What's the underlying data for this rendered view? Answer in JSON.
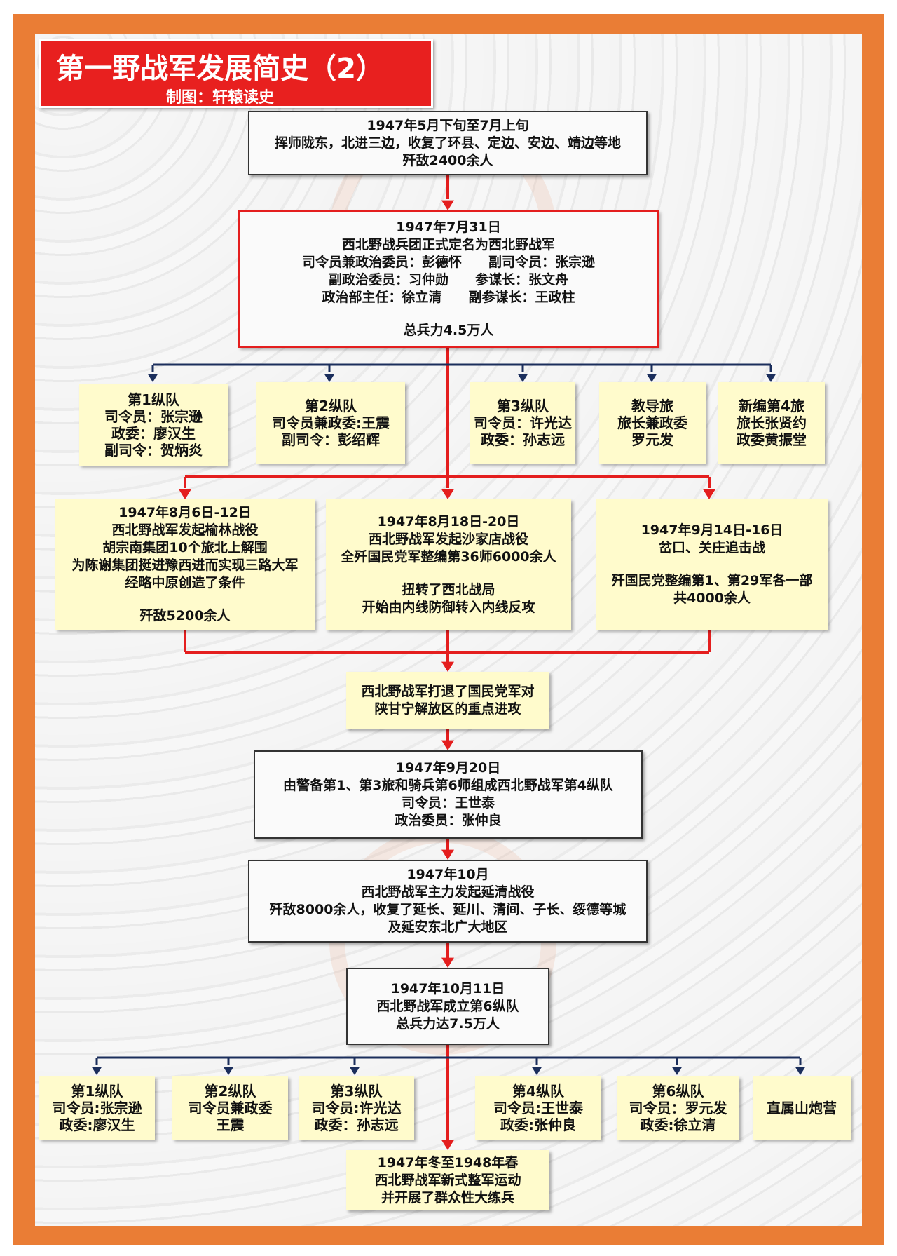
{
  "header": {
    "title": "第一野战军发展简史（2）",
    "subtitle": "制图：轩辕读史"
  },
  "colors": {
    "red": "#e41e1e",
    "navy": "#1b2e5c",
    "orange": "#ea7d35",
    "yellow": "#fffbcc"
  },
  "boxes": {
    "b1": [
      "1947年5月下旬至7月上旬",
      "挥师陇东，北进三边，收复了环县、定边、安边、靖边等地",
      "歼敌2400余人"
    ],
    "b2": [
      "1947年7月31日",
      "西北野战兵团正式定名为西北野战军",
      "司令员兼政治委员：彭德怀　　副司令员：张宗逊",
      "副政治委员：习仲勋　　参谋长：张文舟",
      "政治部主任：徐立清　　副参谋长：王政柱",
      "",
      "总兵力4.5万人"
    ],
    "u1": [
      [
        "第1纵队",
        "司令员：张宗逊",
        "政委：廖汉生",
        "副司令：贺炳炎"
      ],
      [
        "第2纵队",
        "司令员兼政委:王震",
        "副司令：彭绍辉"
      ],
      [
        "第3纵队",
        "司令员：许光达",
        "政委：孙志远"
      ],
      [
        "教导旅",
        "旅长兼政委",
        "罗元发"
      ],
      [
        "新编第4旅",
        "旅长张贤约",
        "政委黄振堂"
      ]
    ],
    "battles": [
      [
        "1947年8月6日-12日",
        "西北野战军发起榆林战役",
        "胡宗南集团10个旅北上解围",
        "为陈谢集团挺进豫西进而实现三路大军",
        "经略中原创造了条件",
        "",
        "歼敌5200余人"
      ],
      [
        "1947年8月18日-20日",
        "西北野战军发起沙家店战役",
        "全歼国民党军整编第36师6000余人",
        "",
        "扭转了西北战局",
        "开始由内线防御转入内线反攻"
      ],
      [
        "1947年9月14日-16日",
        "岔口、关庄追击战",
        "",
        "歼国民党整编第1、第29军各一部",
        "共4000余人"
      ]
    ],
    "b3": [
      "西北野战军打退了国民党军对",
      "陕甘宁解放区的重点进攻"
    ],
    "b4": [
      "1947年9月20日",
      "由警备第1、第3旅和骑兵第6师组成西北野战军第4纵队",
      "司令员：王世泰",
      "政治委员：张仲良"
    ],
    "b5": [
      "1947年10月",
      "西北野战军主力发起延清战役",
      "歼敌8000余人，收复了延长、延川、清间、子长、绥德等城",
      "及延安东北广大地区"
    ],
    "b6": [
      "1947年10月11日",
      "西北野战军成立第6纵队",
      "总兵力达7.5万人"
    ],
    "u2": [
      [
        "第1纵队",
        "司令员:张宗逊",
        "政委:廖汉生"
      ],
      [
        "第2纵队",
        "司令员兼政委",
        "王震"
      ],
      [
        "第3纵队",
        "司令员:许光达",
        "政委：孙志远"
      ],
      [
        "第4纵队",
        "司令员:王世泰",
        "政委:张仲良"
      ],
      [
        "第6纵队",
        "司令员：罗元发",
        "政委:徐立清"
      ],
      [
        "直属山炮营"
      ]
    ],
    "b7": [
      "1947年冬至1948年春",
      "西北野战军新式整军运动",
      "并开展了群众性大练兵"
    ]
  }
}
